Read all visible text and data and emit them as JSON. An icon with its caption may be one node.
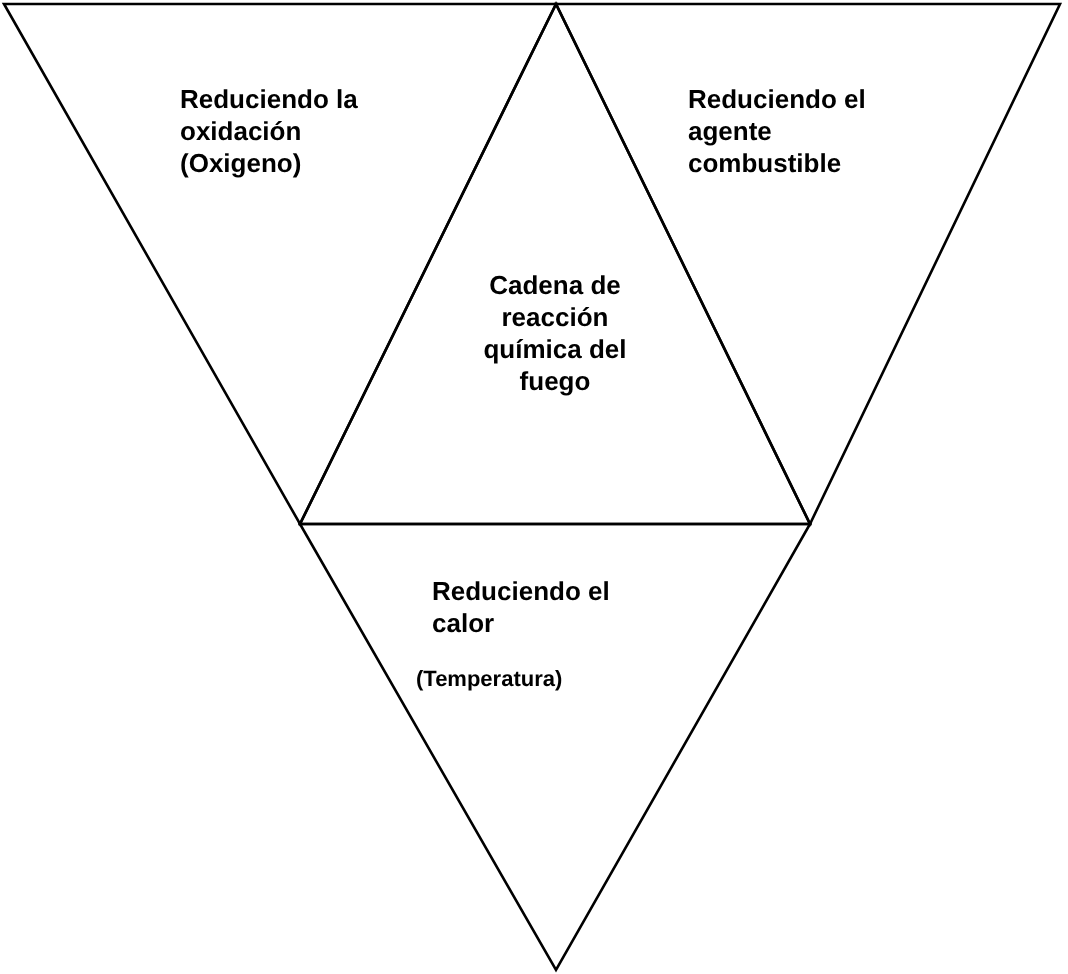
{
  "diagram": {
    "nodes": [
      {
        "text": [
          "Reduciendo la oxidación (Oxigeno)"
        ]
      },
      {
        "text": [
          "Reduciendo el agente combustible"
        ]
      },
      {
        "text": [
          "Cadena de reacción química del fuego"
        ]
      },
      {
        "text": [
          "Reduciendo el calor",
          "(Temperatura)"
        ]
      }
    ],
    "edges": []
  }
}
